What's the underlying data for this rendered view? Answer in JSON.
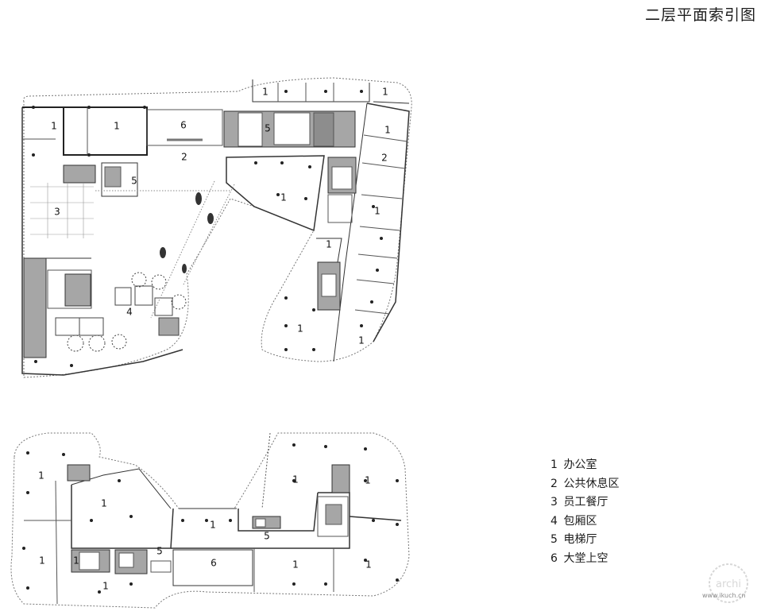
{
  "title": "二层平面索引图",
  "legend": [
    {
      "num": "1",
      "text": "办公室"
    },
    {
      "num": "2",
      "text": "公共休息区"
    },
    {
      "num": "3",
      "text": "员工餐厅"
    },
    {
      "num": "4",
      "text": "包厢区"
    },
    {
      "num": "5",
      "text": "电梯厅"
    },
    {
      "num": "6",
      "text": "大堂上空"
    }
  ],
  "plan_upper_labels": [
    "1",
    "1",
    "6",
    "5",
    "1",
    "1",
    "2",
    "5",
    "3",
    "2",
    "1",
    "1",
    "1",
    "4",
    "1",
    "1"
  ],
  "plan_lower_labels": [
    "1",
    "1",
    "1",
    "1",
    "1",
    "1",
    "5",
    "1",
    "6",
    "5",
    "1",
    "1",
    "1"
  ],
  "watermark": {
    "text": "www.ikuch.cn",
    "badge": "archi"
  },
  "colors": {
    "wall": "#2a2a2a",
    "core": "#a6a6a6",
    "line": "#555555",
    "dotted": "#777777",
    "column": "#222222"
  }
}
